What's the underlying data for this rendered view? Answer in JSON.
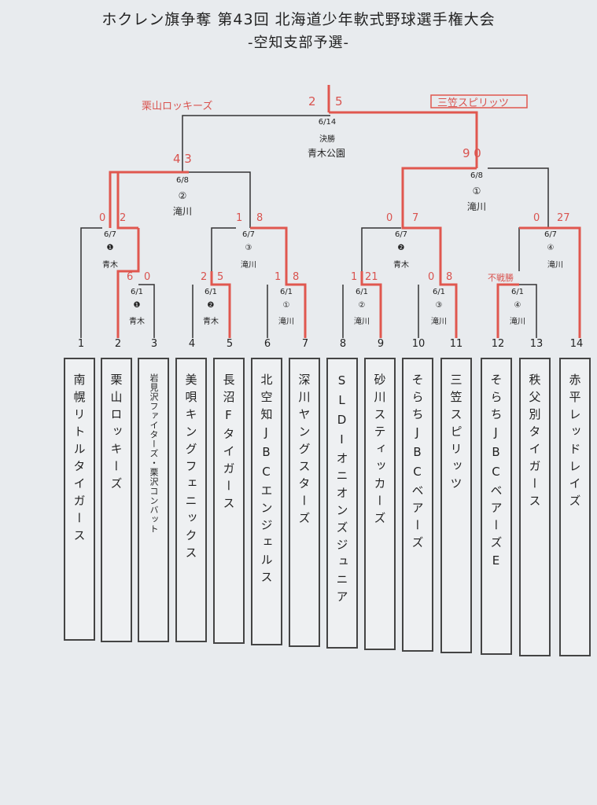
{
  "header": {
    "title": "ホクレン旗争奪 第43回 北海道少年軟式野球選手権大会",
    "subtitle": "-空知支部予選-"
  },
  "final": {
    "date": "6/14",
    "round": "決勝",
    "venue": "青木公園",
    "left_score": "2",
    "right_score": "5",
    "left_team": "栗山ロッキーズ",
    "right_team": "三笠スピリッツ"
  },
  "semis": [
    {
      "date": "6/8",
      "no": "②",
      "venue": "滝川",
      "score": "4 3"
    },
    {
      "date": "6/8",
      "no": "①",
      "venue": "滝川",
      "score": "9 0"
    }
  ],
  "quarters": [
    {
      "date": "6/7",
      "no": "❶",
      "venue": "青木",
      "left": "0",
      "right": "2"
    },
    {
      "date": "6/7",
      "no": "③",
      "venue": "滝川",
      "left": "1",
      "right": "8"
    },
    {
      "date": "6/7",
      "no": "❷",
      "venue": "青木",
      "left": "0",
      "right": "7"
    },
    {
      "date": "6/7",
      "no": "④",
      "venue": "滝川",
      "left": "0",
      "right": "27"
    }
  ],
  "firsts": [
    {
      "date": "6/1",
      "no": "❶",
      "venue": "青木",
      "left": "6",
      "right": "0"
    },
    {
      "date": "6/1",
      "no": "❷",
      "venue": "青木",
      "left": "2",
      "right": "5"
    },
    {
      "date": "6/1",
      "no": "①",
      "venue": "滝川",
      "left": "1",
      "right": "8"
    },
    {
      "date": "6/1",
      "no": "②",
      "venue": "滝川",
      "left": "1",
      "right": "21"
    },
    {
      "date": "6/1",
      "no": "③",
      "venue": "滝川",
      "left": "0",
      "right": "8"
    },
    {
      "date": "6/1",
      "no": "④",
      "venue": "滝川",
      "left": "不戦勝",
      "right": ""
    }
  ],
  "teams": [
    {
      "num": "1",
      "name": "南幌リトルタイガース"
    },
    {
      "num": "2",
      "name": "栗山ロッキーズ"
    },
    {
      "num": "3",
      "name": "岩見沢ファイターズ・栗沢コンバット"
    },
    {
      "num": "4",
      "name": "美唄キングフェニックス"
    },
    {
      "num": "5",
      "name": "長沼Fタイガース"
    },
    {
      "num": "6",
      "name": "北空知JBCエンジェルス"
    },
    {
      "num": "7",
      "name": "深川ヤングスターズ"
    },
    {
      "num": "8",
      "name": "SLDIオニオンズジュニア"
    },
    {
      "num": "9",
      "name": "砂川スティッカーズ"
    },
    {
      "num": "10",
      "name": "そらちJBCベアーズ"
    },
    {
      "num": "11",
      "name": "三笠スピリッツ"
    },
    {
      "num": "12",
      "name": "そらちJBCベアーズE"
    },
    {
      "num": "13",
      "name": "秩父別タイガース"
    },
    {
      "num": "14",
      "name": "赤平レッドレイズ"
    }
  ],
  "colors": {
    "winner_line": "#e0574f",
    "plain_line": "#333333",
    "paper": "#e8ebee"
  }
}
